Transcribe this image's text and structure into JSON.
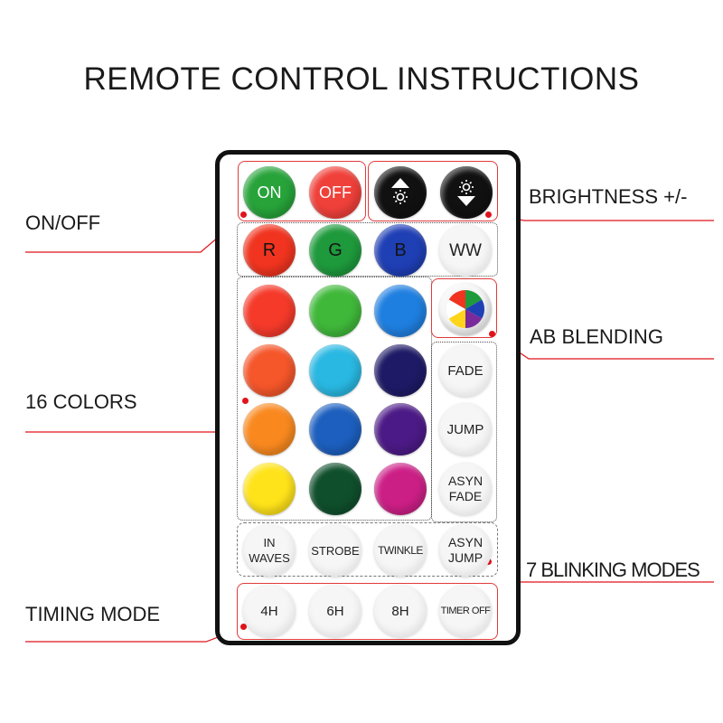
{
  "title": "REMOTE CONTROL INSTRUCTIONS",
  "labels": {
    "onoff": "ON/OFF",
    "brightness": "BRIGHTNESS +/-",
    "ab_blending": "AB BLENDING",
    "colors16": "16 COLORS",
    "blinking": "7 BLINKING MODES",
    "timing": "TIMING MODE"
  },
  "buttons": {
    "on": "ON",
    "off": "OFF",
    "r": "R",
    "g": "G",
    "b": "B",
    "ww": "WW",
    "fade": "FADE",
    "jump": "JUMP",
    "asyn_fade": "ASYN FADE",
    "in_waves": "IN WAVES",
    "strobe": "STROBE",
    "twinkle": "TWINKLE",
    "asyn_jump": "ASYN JUMP",
    "h4": "4H",
    "h6": "6H",
    "h8": "8H",
    "timer_off": "TIMER OFF"
  },
  "colors": {
    "on": "#27a33a",
    "off": "#f0403a",
    "red": "#f0341f",
    "green": "#1e9a3c",
    "blue": "#1f3fb5",
    "c_red2": "#f53a2a",
    "c_green2": "#3fb83a",
    "c_blue2": "#1f7fe0",
    "c_orange": "#f5562a",
    "c_cyan": "#29b8e2",
    "c_navy": "#1e1a66",
    "c_orange2": "#f9891f",
    "c_blue3": "#1c5fbe",
    "c_purple": "#4c1a86",
    "c_yellow": "#ffe31a",
    "c_darkgreen": "#0f4f2c",
    "c_magenta": "#cc1f86",
    "accent_red": "#e0131b"
  },
  "icons": {
    "bright_up": "brightness-up-icon",
    "bright_down": "brightness-down-icon",
    "color_wheel": "color-wheel-icon"
  }
}
